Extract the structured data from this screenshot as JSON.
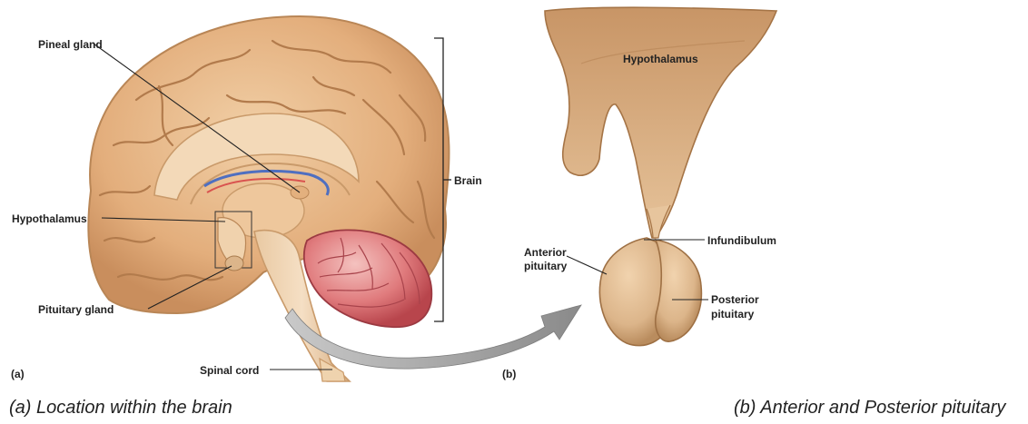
{
  "panel_a": {
    "labels": {
      "pineal_gland": "Pineal gland",
      "hypothalamus": "Hypothalamus",
      "pituitary_gland": "Pituitary gland",
      "spinal_cord": "Spinal cord",
      "brain": "Brain"
    },
    "panel_letter": "(a)",
    "caption": "(a)   Location within the brain"
  },
  "panel_b": {
    "labels": {
      "hypothalamus": "Hypothalamus",
      "infundibulum": "Infundibulum",
      "anterior_line1": "Anterior",
      "anterior_line2": "pituitary",
      "posterior_line1": "Posterior",
      "posterior_line2": "pituitary"
    },
    "panel_letter": "(b)",
    "caption": "(b) Anterior and Posterior  pituitary"
  },
  "colors": {
    "cortex": "#e8b888",
    "cortex_dark": "#c78f62",
    "cerebellum": "#d9646b",
    "arrow": "#8f8f8f"
  }
}
